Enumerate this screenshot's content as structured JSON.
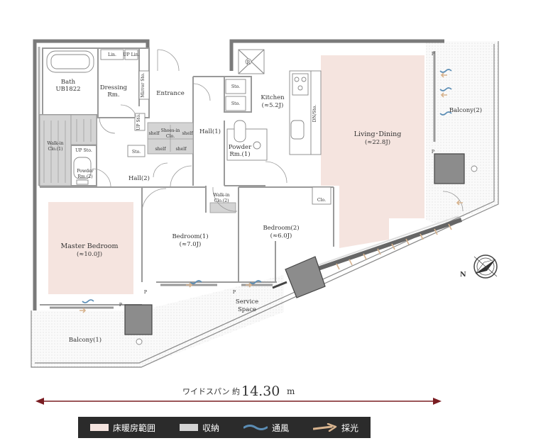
{
  "rooms": {
    "bath": [
      "Bath",
      "UB1822"
    ],
    "lin1": "Lin.",
    "uplin": "UP Lin.",
    "dressing": [
      "Dressing",
      "Rm."
    ],
    "mirror": "Mirror Sto.",
    "entrance": "Entrance",
    "up_sto_entrance": "UP Sto.",
    "shoes": [
      "Shoes-in",
      "Clo."
    ],
    "shelf": "shelf",
    "sto": "Sto.",
    "walkin1": [
      "Walk-in",
      "Clo.(1)"
    ],
    "up_sto_walkin": "UP Sto.",
    "powder2": [
      "Powder",
      "Rm.(2)"
    ],
    "hall2": "Hall(2)",
    "hall1": "Hall(1)",
    "powder1": [
      "Powder",
      "Rm.(1)"
    ],
    "kitchen": [
      "Kitchen",
      "(≈5.2J)"
    ],
    "dn_sto": "DN/Sto.",
    "r_mark": "R",
    "p": "P",
    "living": [
      "Living･Dining",
      "(≈22.8J)"
    ],
    "balcony2": "Balcony(2)",
    "master": [
      "Master Bedroom",
      "(≈10.0J)"
    ],
    "bedroom1": [
      "Bedroom(1)",
      "(≈7.0J)"
    ],
    "walkin2": [
      "Walk-in",
      "Clo.(2)"
    ],
    "bedroom2": [
      "Bedroom(2)",
      "(≈6.0J)"
    ],
    "clo": "Clo.",
    "service": [
      "Service",
      "Space"
    ],
    "balcony1": "Balcony(1)",
    "compass_n": "N"
  },
  "dimension": {
    "prefix": "ワイドスパン 約",
    "value": "14.30",
    "unit": "m"
  },
  "legend": {
    "items": [
      "床暖房範囲",
      "収納",
      "通風",
      "採光"
    ],
    "colors": {
      "floor_heating": "#f5e4df",
      "storage": "#d4d4d4",
      "ventilation": "#5b8db5",
      "daylight": "#d8b48f",
      "dimension_line": "#7a1d22"
    }
  }
}
